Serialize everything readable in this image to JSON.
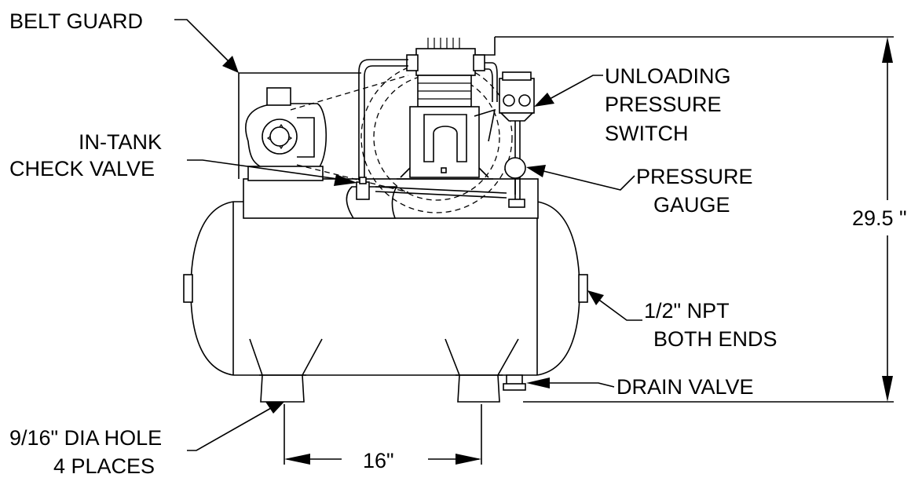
{
  "labels": {
    "belt_guard": "BELT GUARD",
    "in_tank_line1": "IN-TANK",
    "in_tank_line2": "CHECK VALVE",
    "unloading_line1": "UNLOADING",
    "unloading_line2": "PRESSURE",
    "unloading_line3": "SWITCH",
    "gauge_line1": "PRESSURE",
    "gauge_line2": "GAUGE",
    "npt_line1": "1/2\" NPT",
    "npt_line2": "BOTH ENDS",
    "drain_valve": "DRAIN VALVE",
    "hole_line1": "9/16\" DIA HOLE",
    "hole_line2": "4 PLACES"
  },
  "dimensions": {
    "height": "29.5 \"",
    "foot_spacing": "16\""
  }
}
